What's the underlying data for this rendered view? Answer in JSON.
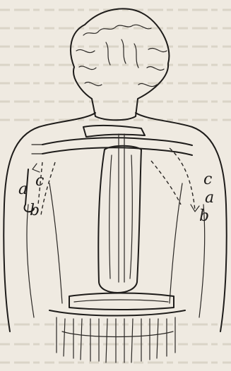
{
  "figure": {
    "labels_left": [
      "a",
      "c",
      "b"
    ],
    "labels_right": [
      "c",
      "a",
      "b"
    ],
    "colors": {
      "ink": "#1e1c1a",
      "paper": "#efeae1"
    }
  }
}
